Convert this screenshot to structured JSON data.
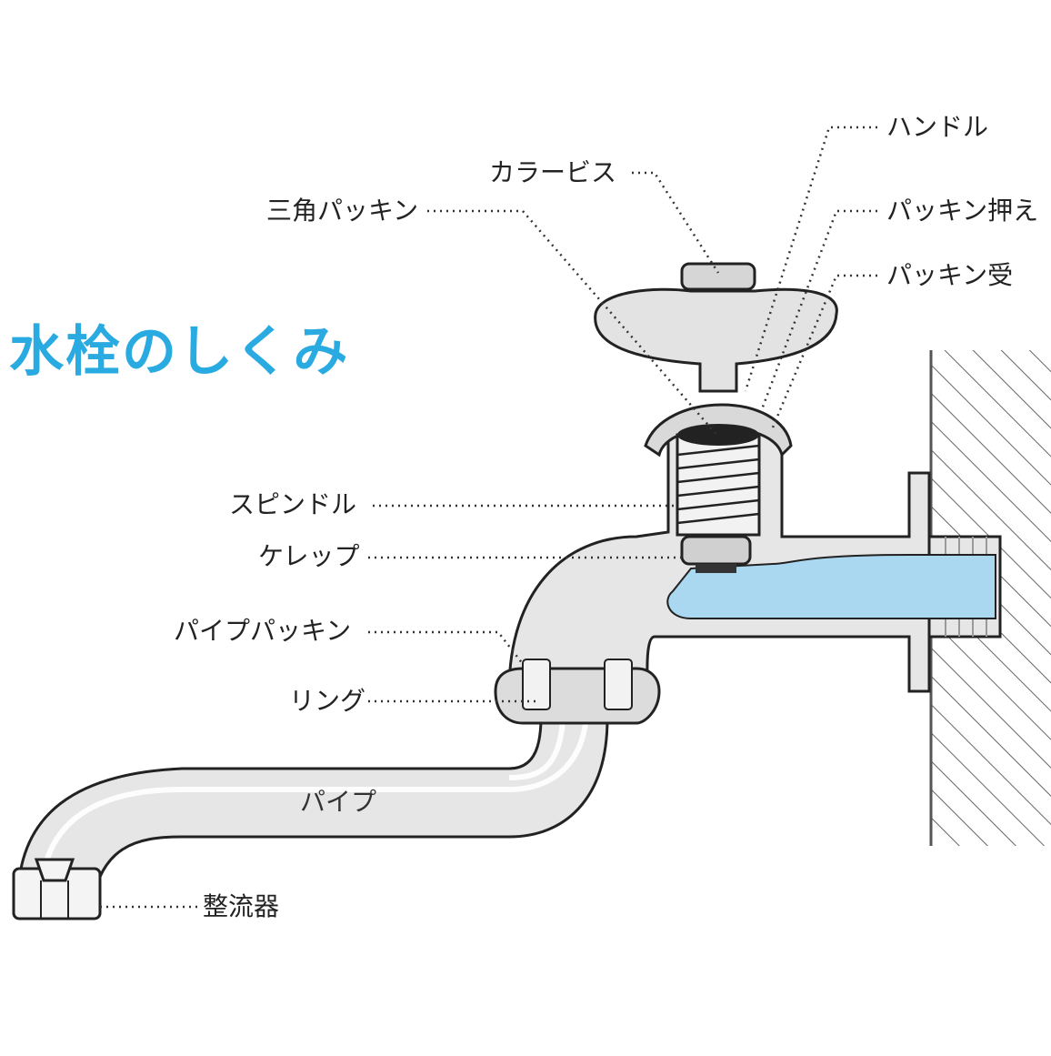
{
  "title": "水栓のしくみ",
  "labels": {
    "handle": "ハンドル",
    "collar_screw": "カラービス",
    "gland_nut": "パッキン押え",
    "triangle_packing": "三角パッキン",
    "packing_seat": "パッキン受",
    "spindle": "スピンドル",
    "kerep": "ケレップ",
    "pipe_packing": "パイプパッキン",
    "ring": "リング",
    "pipe": "パイプ",
    "aerator": "整流器"
  },
  "colors": {
    "title": "#29abe2",
    "water": "#a9d8f0",
    "body_fill": "#e6e6e6",
    "outline": "#222222"
  }
}
